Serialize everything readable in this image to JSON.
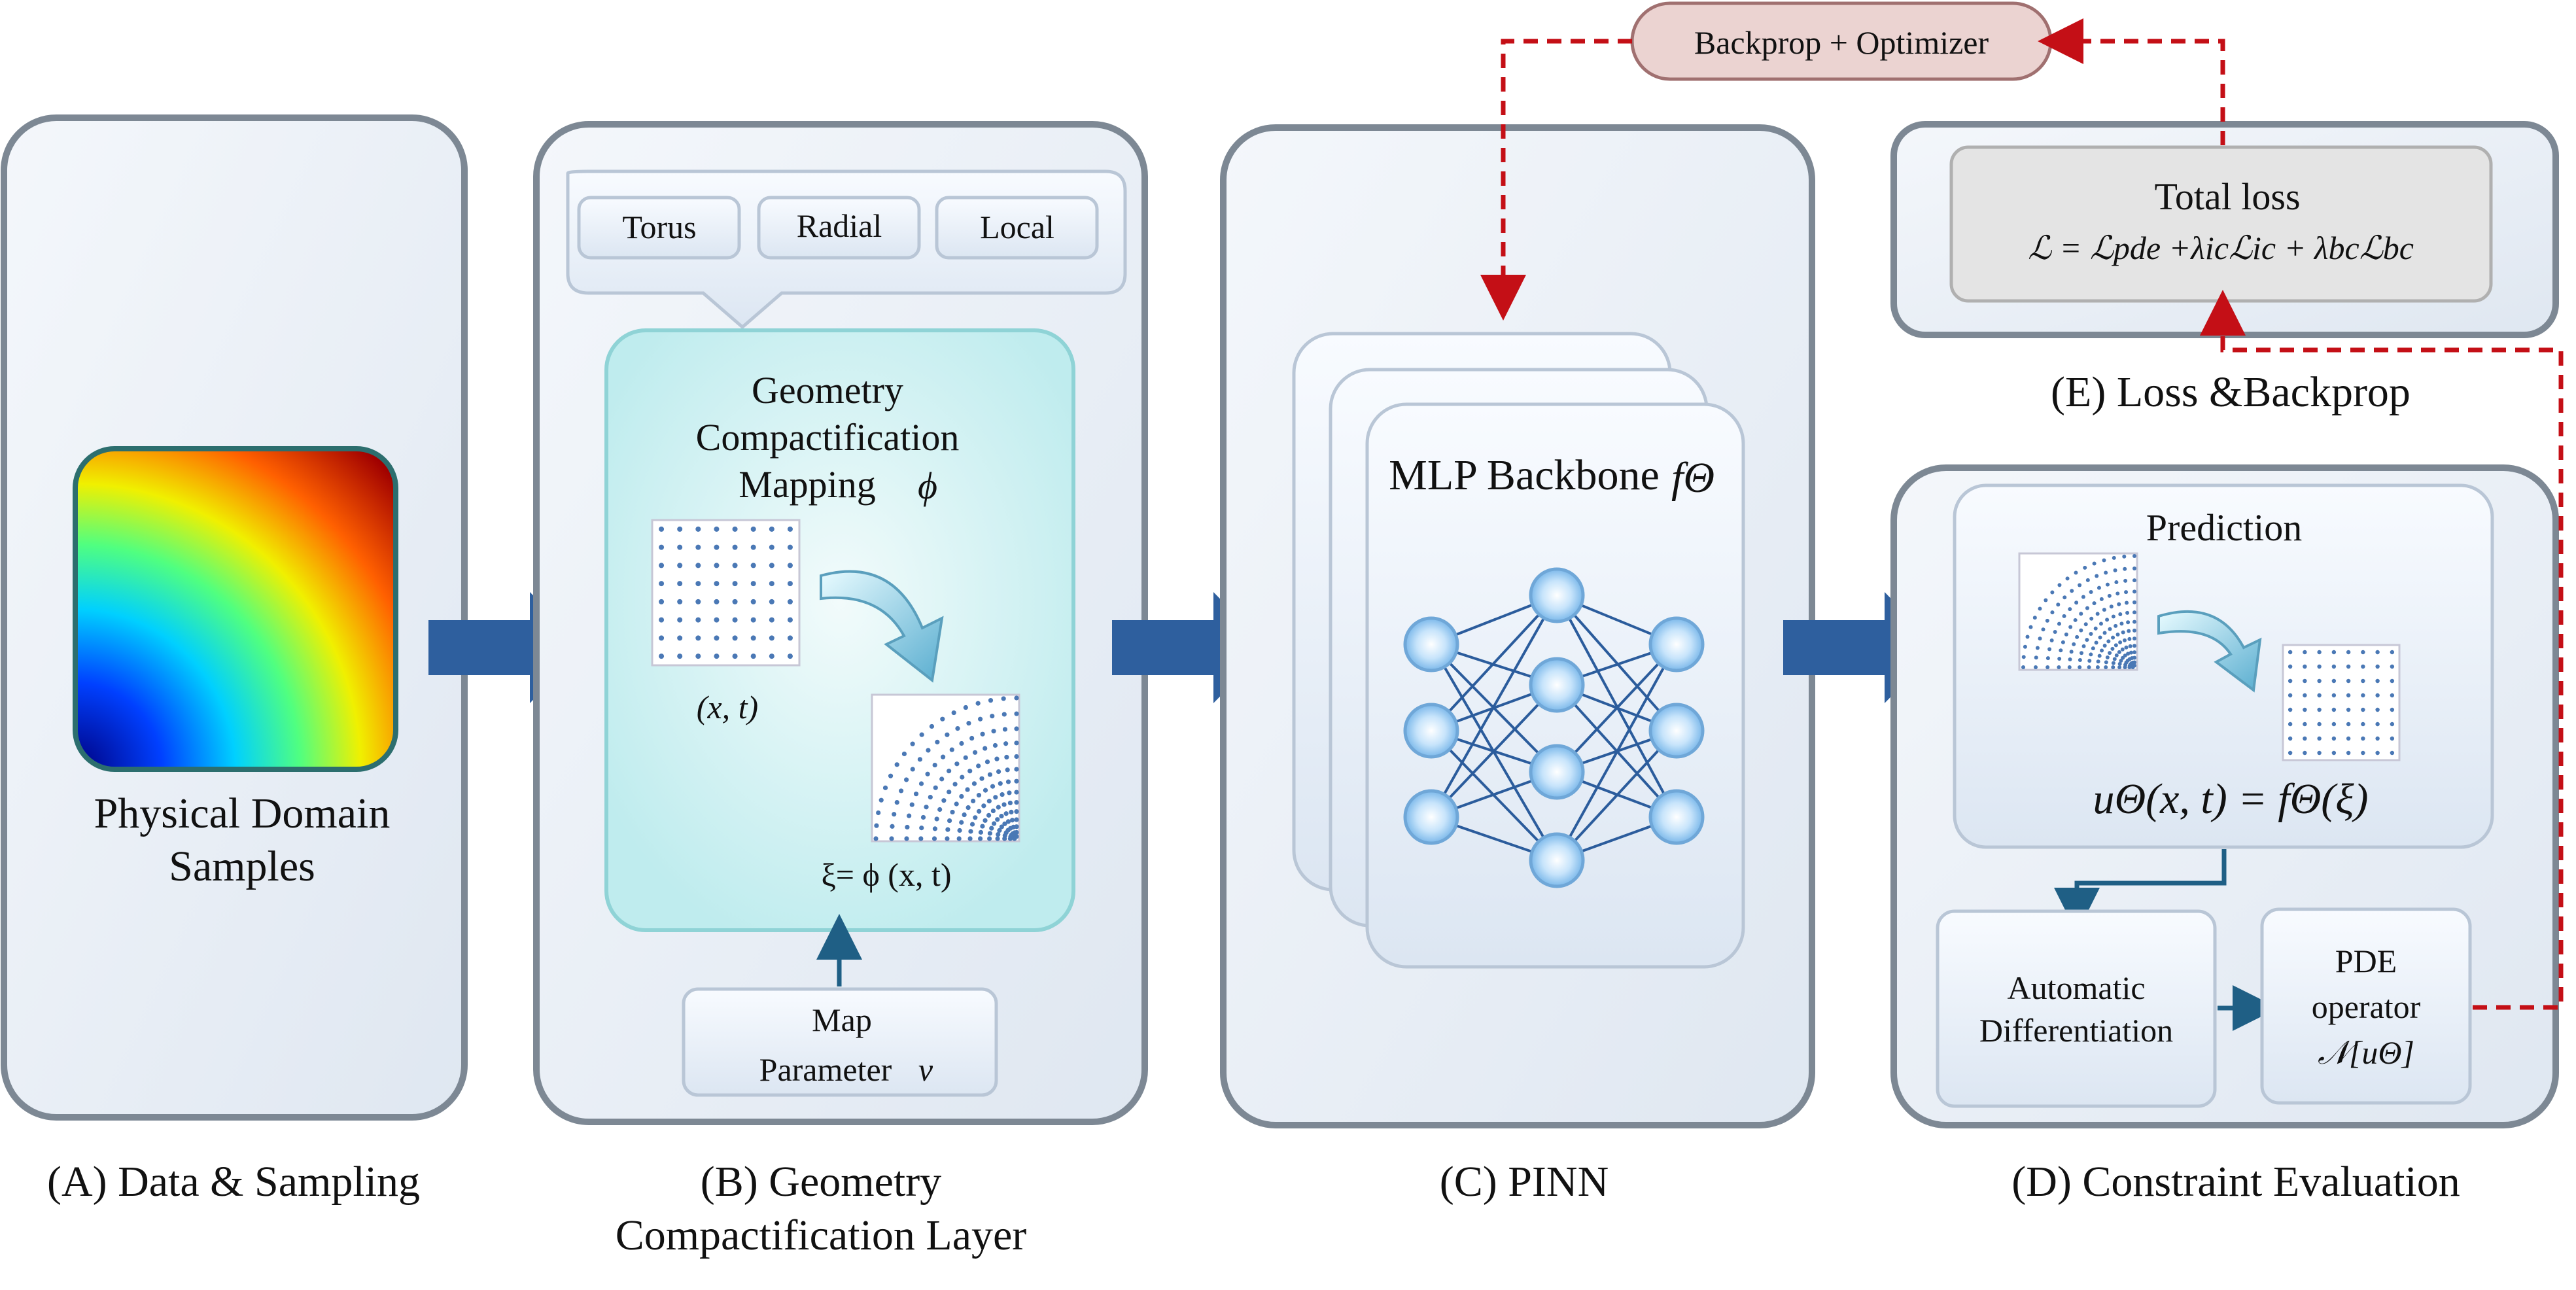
{
  "optimizer": {
    "label": "Backprop + Optimizer"
  },
  "panel_a": {
    "box_text_1": "Physical Domain",
    "box_text_2": "Samples",
    "caption": "(A) Data & Sampling"
  },
  "panel_b": {
    "tabs": [
      "Torus",
      "Radial",
      "Local"
    ],
    "mapping_title_1": "Geometry",
    "mapping_title_2": "Compactification",
    "mapping_title_3": "Mapping",
    "mapping_symbol": "ϕ",
    "input_label": "(x, t)",
    "output_label": "ξ= ϕ (x, t)",
    "param_line_1": "Map",
    "param_line_2": "Parameter",
    "param_symbol": "ν",
    "caption_1": "(B) Geometry",
    "caption_2": "Compactification Layer"
  },
  "panel_c": {
    "backbone_label": "MLP Backbone",
    "backbone_symbol": "fΘ",
    "caption": "(C) PINN"
  },
  "panel_d": {
    "prediction_title": "Prediction",
    "prediction_formula": "uΘ(x, t) = fΘ(ξ)",
    "autodiff_1": "Automatic",
    "autodiff_2": "Differentiation",
    "pde_1": "PDE",
    "pde_2": "operator",
    "pde_3": "𝒩[uΘ]",
    "caption": "(D) Constraint Evaluation"
  },
  "panel_e": {
    "loss_title": "Total loss",
    "loss_formula": "ℒ = ℒpde +λicℒic + λbcℒbc",
    "caption": "(E) Loss &Backprop"
  },
  "colors": {
    "flow_arrow": "#2e5f9e",
    "feedback_dashed": "#c40f16",
    "mapping_box": "#c9eff0",
    "loss_box": "#e4e4e4"
  }
}
